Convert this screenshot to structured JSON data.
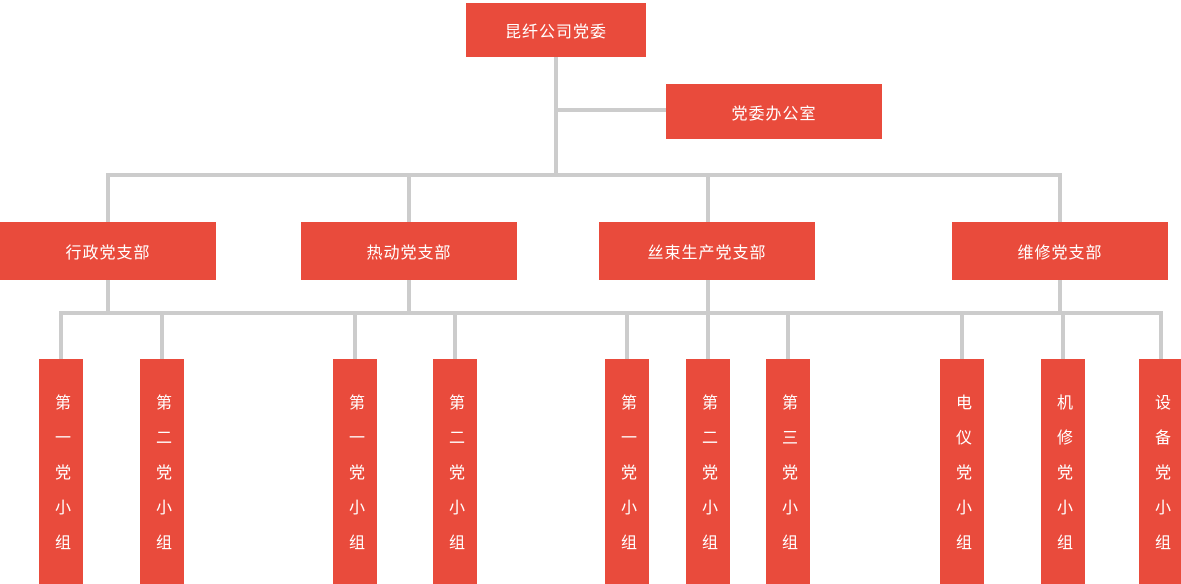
{
  "org_chart": {
    "title": "party-committee-organization-chart",
    "root": {
      "label": "昆纤公司党委"
    },
    "office": {
      "label": "党委办公室"
    },
    "branches": [
      {
        "label": "行政党支部",
        "children": [
          {
            "label": "第一党小组"
          },
          {
            "label": "第二党小组"
          }
        ]
      },
      {
        "label": "热动党支部",
        "children": [
          {
            "label": "第一党小组"
          },
          {
            "label": "第二党小组"
          }
        ]
      },
      {
        "label": "丝束生产党支部",
        "children": [
          {
            "label": "第一党小组"
          },
          {
            "label": "第二党小组"
          },
          {
            "label": "第三党小组"
          }
        ]
      },
      {
        "label": "维修党支部",
        "children": [
          {
            "label": "电仪党小组"
          },
          {
            "label": "机修党小组"
          },
          {
            "label": "设备党小组"
          }
        ]
      }
    ],
    "colors": {
      "node_fill": "#e94b3c",
      "node_text": "#ffffff",
      "connector": "#cccccc",
      "background": "#ffffff"
    }
  }
}
